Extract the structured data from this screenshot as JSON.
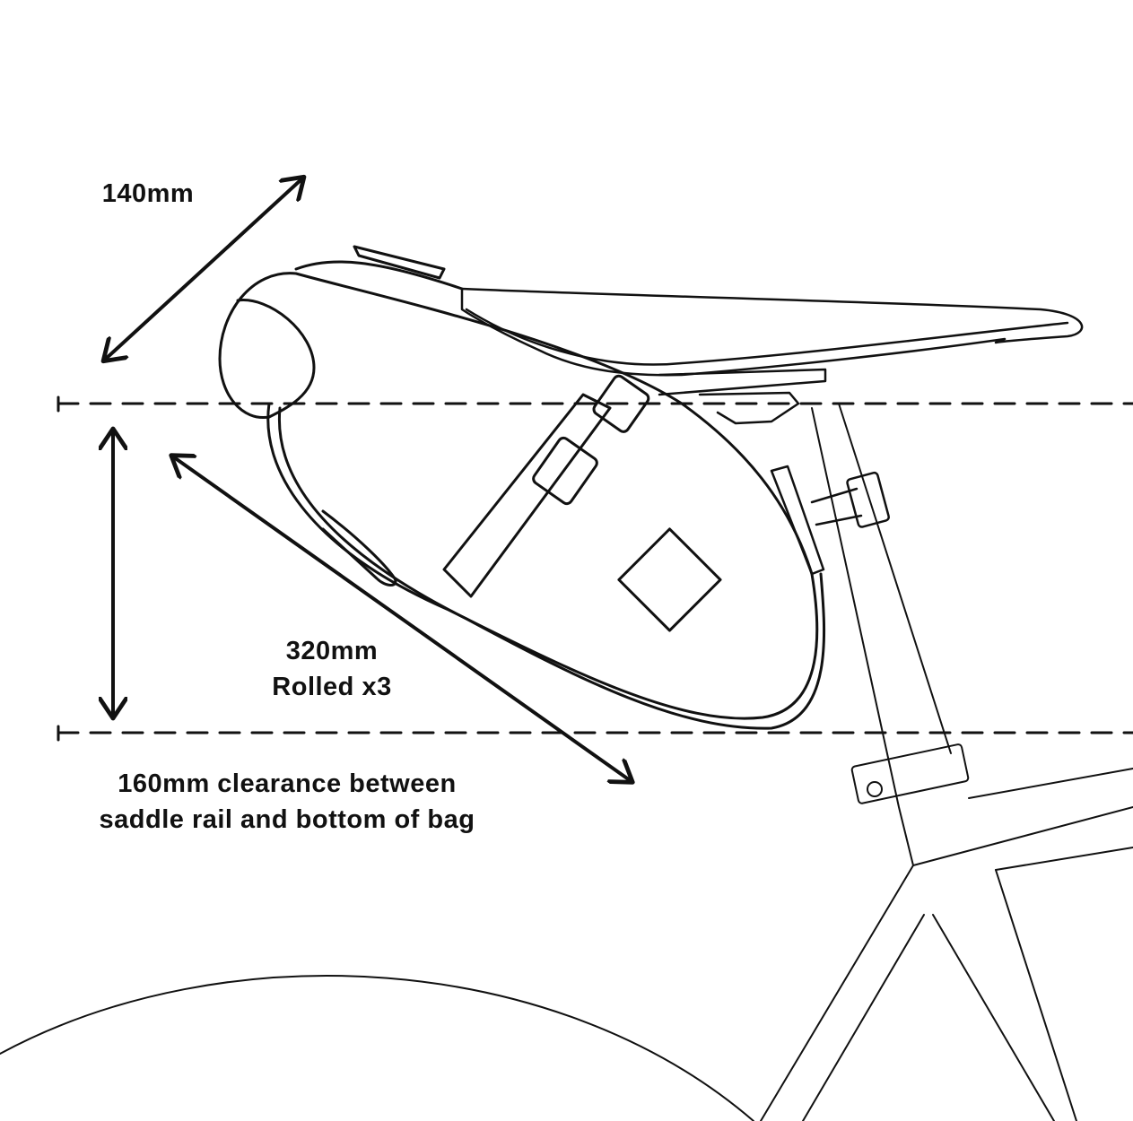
{
  "labels": {
    "depth": "140mm",
    "length": "320mm",
    "length_note": "Rolled x3",
    "clearance_line1": "160mm clearance between",
    "clearance_line2": "saddle rail and bottom of bag"
  },
  "colors": {
    "line": "#111111",
    "background": "#ffffff"
  }
}
